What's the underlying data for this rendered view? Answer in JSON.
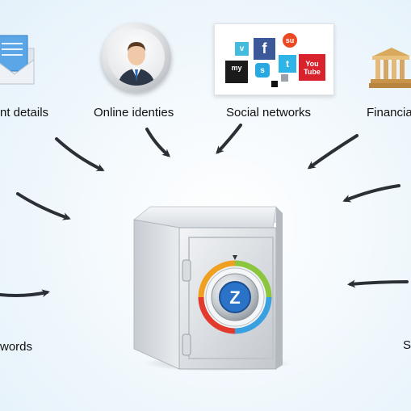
{
  "labels": {
    "account_details": "nt details",
    "online_identities": "Online identies",
    "social_networks": "Social networks",
    "financial": "Financia",
    "passwords": "words",
    "right_bottom": "S"
  },
  "social_tiles": {
    "vimeo": "v",
    "facebook": "f",
    "stumbleupon": "su",
    "myspace": "my",
    "twitter": "t",
    "skype": "s",
    "youtube_line1": "You",
    "youtube_line2": "Tube"
  },
  "dial_letter": "Z",
  "colors": {
    "arrow": "#2b3036",
    "background": "#eaf4fb",
    "accent_blue": "#2a73c9",
    "envelope_blue": "#4f9fe0",
    "facebook": "#3b5998",
    "twitter": "#2fb4e8",
    "youtube": "#d9232c",
    "vimeo": "#44bbdd",
    "stumbleupon": "#eb4924",
    "myspace": "#1b1b1b"
  }
}
